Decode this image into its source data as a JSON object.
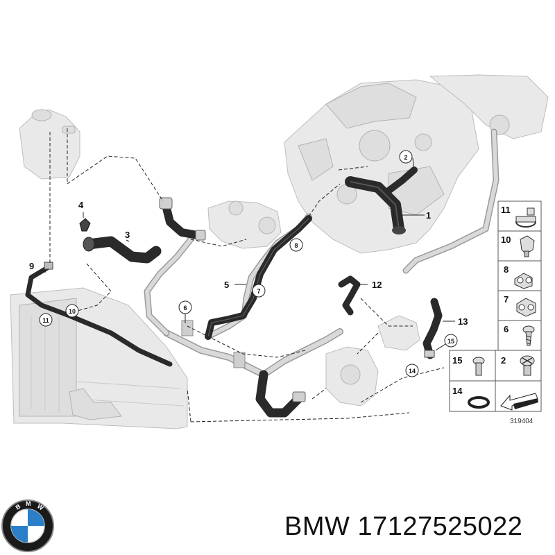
{
  "diagram": {
    "parts": [
      "1",
      "2",
      "3",
      "4",
      "5",
      "6",
      "7",
      "8",
      "9",
      "10",
      "11",
      "12",
      "13",
      "14",
      "15"
    ],
    "circled": [
      "2",
      "6",
      "7",
      "8",
      "10",
      "11",
      "14",
      "15"
    ],
    "legend": [
      {
        "num": "11",
        "icon": "hose-clamp-icon"
      },
      {
        "num": "10",
        "icon": "clip-icon"
      },
      {
        "num": "8",
        "icon": "double-clip-icon"
      },
      {
        "num": "7",
        "icon": "bracket-clip-icon"
      },
      {
        "num": "6",
        "icon": "screw-icon"
      },
      {
        "num": "15",
        "icon": "bolt-icon"
      },
      {
        "num": "2",
        "icon": "bleed-screw-icon"
      },
      {
        "num": "14",
        "icon": "o-ring-icon"
      },
      {
        "num": "",
        "icon": "arrow-reference-icon"
      }
    ],
    "drawing_number": "319404"
  },
  "footer": {
    "brand": "BMW",
    "part_number": "17127525022",
    "logo_letters": "BMW"
  }
}
